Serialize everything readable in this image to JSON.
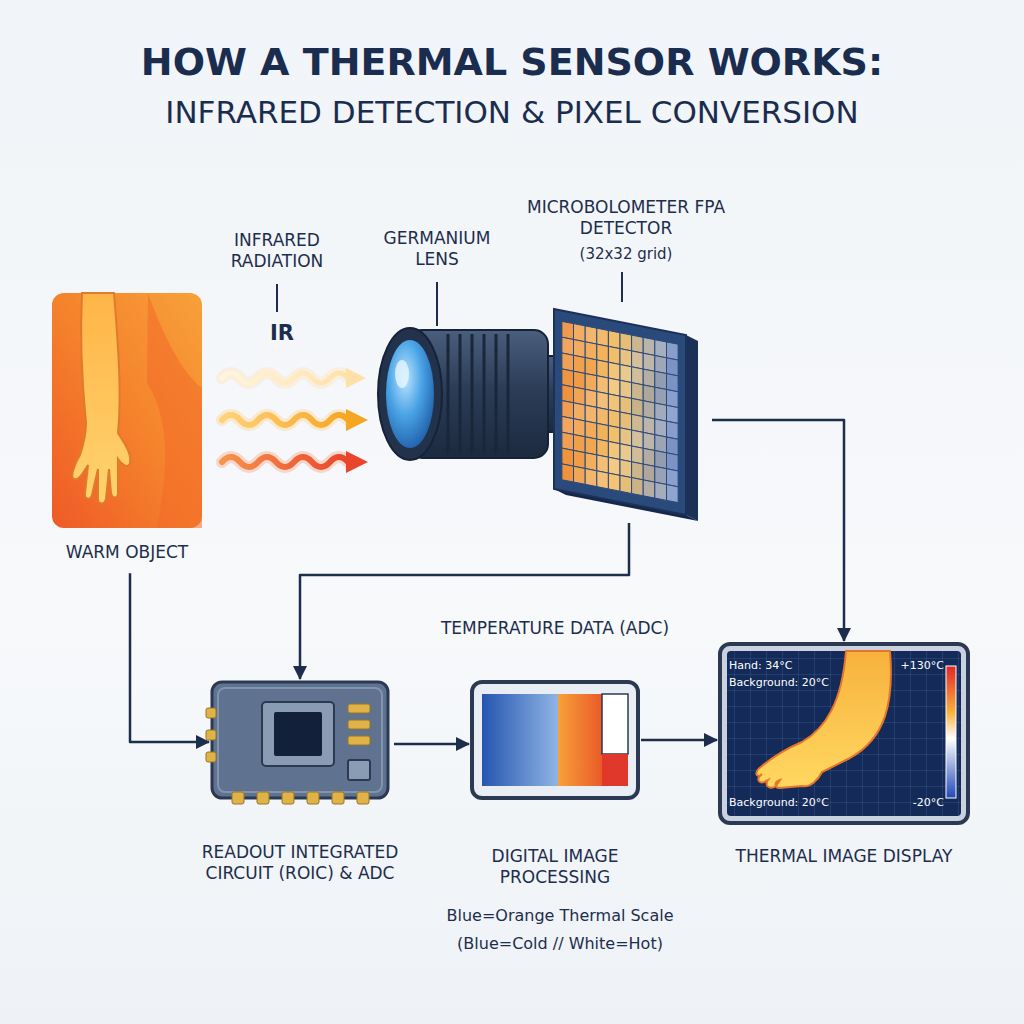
{
  "diagram": {
    "title": "HOW A THERMAL SENSOR WORKS:",
    "nodes": [
      {
        "text": [
          "WARM OBJECT"
        ]
      },
      {
        "text": [
          "GERMANIUM LENS"
        ]
      },
      {
        "text": [
          "MICROBOLOMETER FPA DETECTOR",
          "(32x32 grid)"
        ]
      },
      {
        "text": [
          "READOUT INTEGRATED CIRCUIT (ROIC) & ADC"
        ]
      },
      {
        "text": [
          "TEMPERATURE DATA (ADC)",
          "DIGITAL IMAGE PROCESSING"
        ]
      },
      {
        "text": [
          "THERMAL IMAGE DISPLAY"
        ]
      }
    ],
    "edges": [
      {
        "from": 0,
        "to": 3,
        "arrow": "to"
      },
      {
        "from": 2,
        "to": 3,
        "arrow": "to"
      },
      {
        "from": 2,
        "to": 5,
        "arrow": "to"
      },
      {
        "from": 3,
        "to": 4,
        "arrow": "to"
      },
      {
        "from": 4,
        "to": 5,
        "arrow": "to"
      }
    ],
    "labels": [
      "INFRARED DETECTION & PIXEL CONVERSION",
      "INFRARED RADIATION",
      "IR",
      "Hand: 34°C",
      "Background: 20°C",
      "+130°C",
      "Background: 20°C",
      "-20°C",
      "Blue=Orange Thermal Scale",
      "(Blue=Cold // White=Hot)"
    ]
  }
}
